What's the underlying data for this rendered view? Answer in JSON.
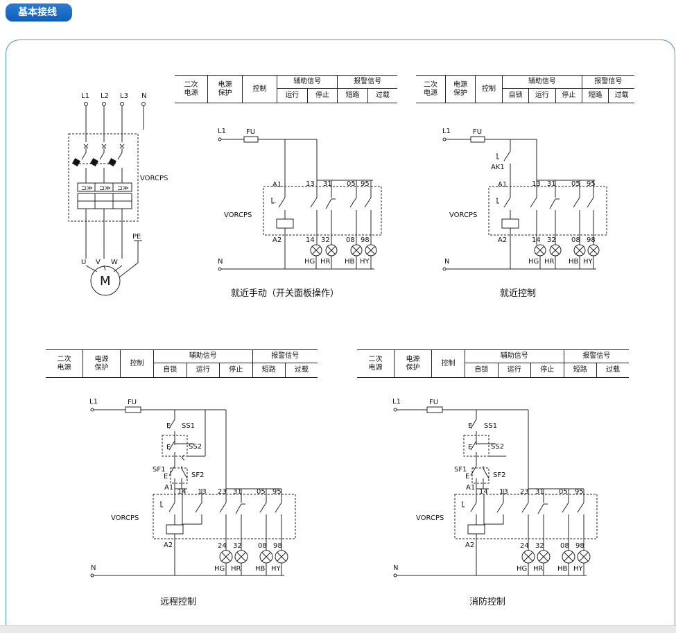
{
  "header": {
    "title": "基本接线"
  },
  "tables": {
    "t1": {
      "c1": "二次\n电源",
      "c2": "电源\n保护",
      "c3": "控制",
      "aux": "辅助信号",
      "alarm": "报警信号",
      "s1": "运行",
      "s2": "停止",
      "s3": "短路",
      "s4": "过载"
    },
    "t2": {
      "c1": "二次\n电源",
      "c2": "电源\n保护",
      "c3": "控制",
      "aux": "辅助信号",
      "alarm": "报警信号",
      "s1": "自锁",
      "s2": "运行",
      "s3": "停止",
      "s4": "短路",
      "s5": "过载"
    },
    "t3": {
      "c1": "二次\n电源",
      "c2": "电源\n保护",
      "c3": "控制",
      "aux": "辅助信号",
      "alarm": "报警信号",
      "s1": "自锁",
      "s2": "运行",
      "s3": "停止",
      "s4": "短路",
      "s5": "过载"
    },
    "t4": {
      "c1": "二次\n电源",
      "c2": "电源\n保护",
      "c3": "控制",
      "aux": "辅助信号",
      "alarm": "报警信号",
      "s1": "自锁",
      "s2": "运行",
      "s3": "停止",
      "s4": "短路",
      "s5": "过载"
    }
  },
  "main_circuit": {
    "l1": "L1",
    "l2": "L2",
    "l3": "L3",
    "n": "N",
    "device": "VORCPS",
    "pe": "PE",
    "u": "U",
    "v": "V",
    "w": "W",
    "motor": "M"
  },
  "labels": {
    "l1": "L1",
    "n": "N",
    "fu": "FU",
    "vorcps": "VORCPS",
    "a1": "A1",
    "a2": "A2",
    "t13": "13",
    "t14": "14",
    "t23": "23",
    "t24": "24",
    "t31": "31",
    "t32": "32",
    "t05": "05",
    "t08": "08",
    "t95": "95",
    "t98": "98",
    "hg": "HG",
    "hr": "HR",
    "hb": "HB",
    "hy": "HY",
    "ak1": "AK1",
    "ss1": "SS1",
    "ss2": "SS2",
    "sf1": "SF1",
    "sf2": "SF2",
    "e": "E"
  },
  "captions": {
    "d1": "就近手动（开关面板操作）",
    "d2": "就近控制",
    "d3": "远程控制",
    "d4": "消防控制"
  }
}
